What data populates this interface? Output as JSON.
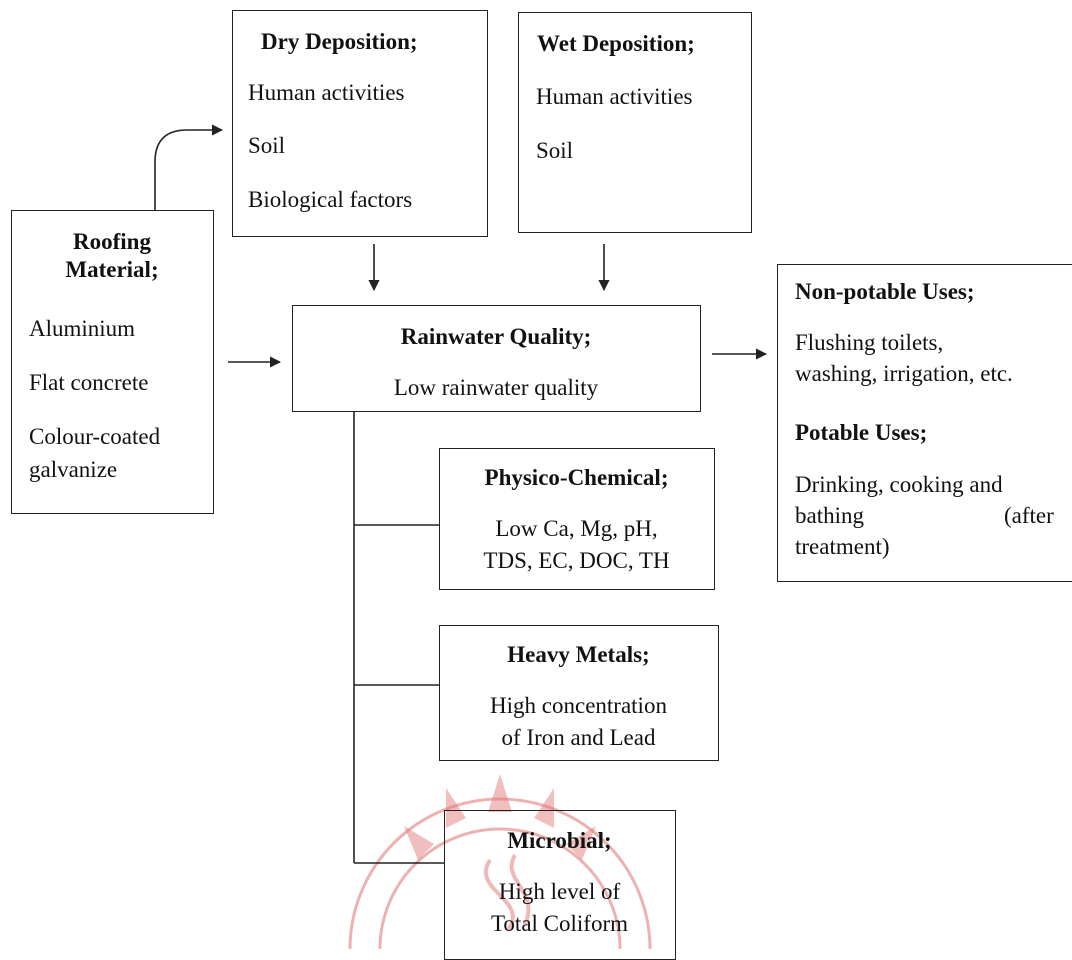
{
  "dry_deposition": {
    "title": "Dry Deposition;",
    "items": [
      "Human activities",
      "Soil",
      "Biological factors"
    ]
  },
  "wet_deposition": {
    "title": "Wet Deposition;",
    "items": [
      "Human activities",
      "Soil"
    ]
  },
  "roofing_material": {
    "title_line1": "Roofing",
    "title_line2": "Material;",
    "items": [
      "Aluminium",
      "Flat concrete",
      "Colour-coated",
      "galvanize"
    ]
  },
  "rainwater_quality": {
    "title": "Rainwater Quality;",
    "value": "Low rainwater quality"
  },
  "uses": {
    "non_potable_title": "Non-potable Uses;",
    "non_potable_line1": "Flushing toilets,",
    "non_potable_line2": "washing, irrigation, etc.",
    "potable_title": "Potable Uses;",
    "potable_line1": "Drinking, cooking and",
    "potable_line2a": "bathing",
    "potable_line2b": "(after",
    "potable_line3": "treatment)"
  },
  "physico_chemical": {
    "title": "Physico-Chemical;",
    "line1": "Low Ca, Mg, pH,",
    "line2": "TDS, EC, DOC, TH"
  },
  "heavy_metals": {
    "title": "Heavy Metals;",
    "line1": "High concentration",
    "line2": "of Iron and Lead"
  },
  "microbial": {
    "title": "Microbial;",
    "line1": "High level of",
    "line2": "Total Coliform"
  },
  "colors": {
    "line": "#222222",
    "watermark": "#e0736f"
  }
}
